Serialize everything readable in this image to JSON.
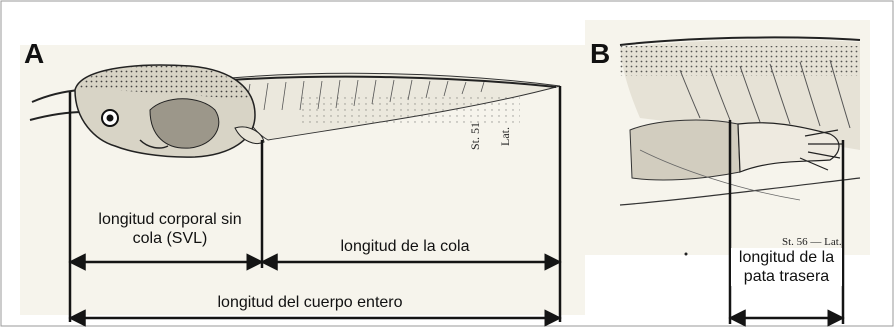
{
  "panels": {
    "a": {
      "letter": "A",
      "stage_label": "St. 51",
      "view_label": "Lat.",
      "measurements": {
        "svl": "longitud corporal sin cola (SVL)",
        "tail": "longitud de la cola",
        "total": "longitud del cuerpo entero"
      }
    },
    "b": {
      "letter": "B",
      "stage_label": "St. 56 — Lat.",
      "measurements": {
        "hindlimb": "longitud de la pata trasera"
      }
    }
  },
  "colors": {
    "paper": "#f4f2ea",
    "ink": "#141414",
    "frame": "#9a9a9a"
  }
}
